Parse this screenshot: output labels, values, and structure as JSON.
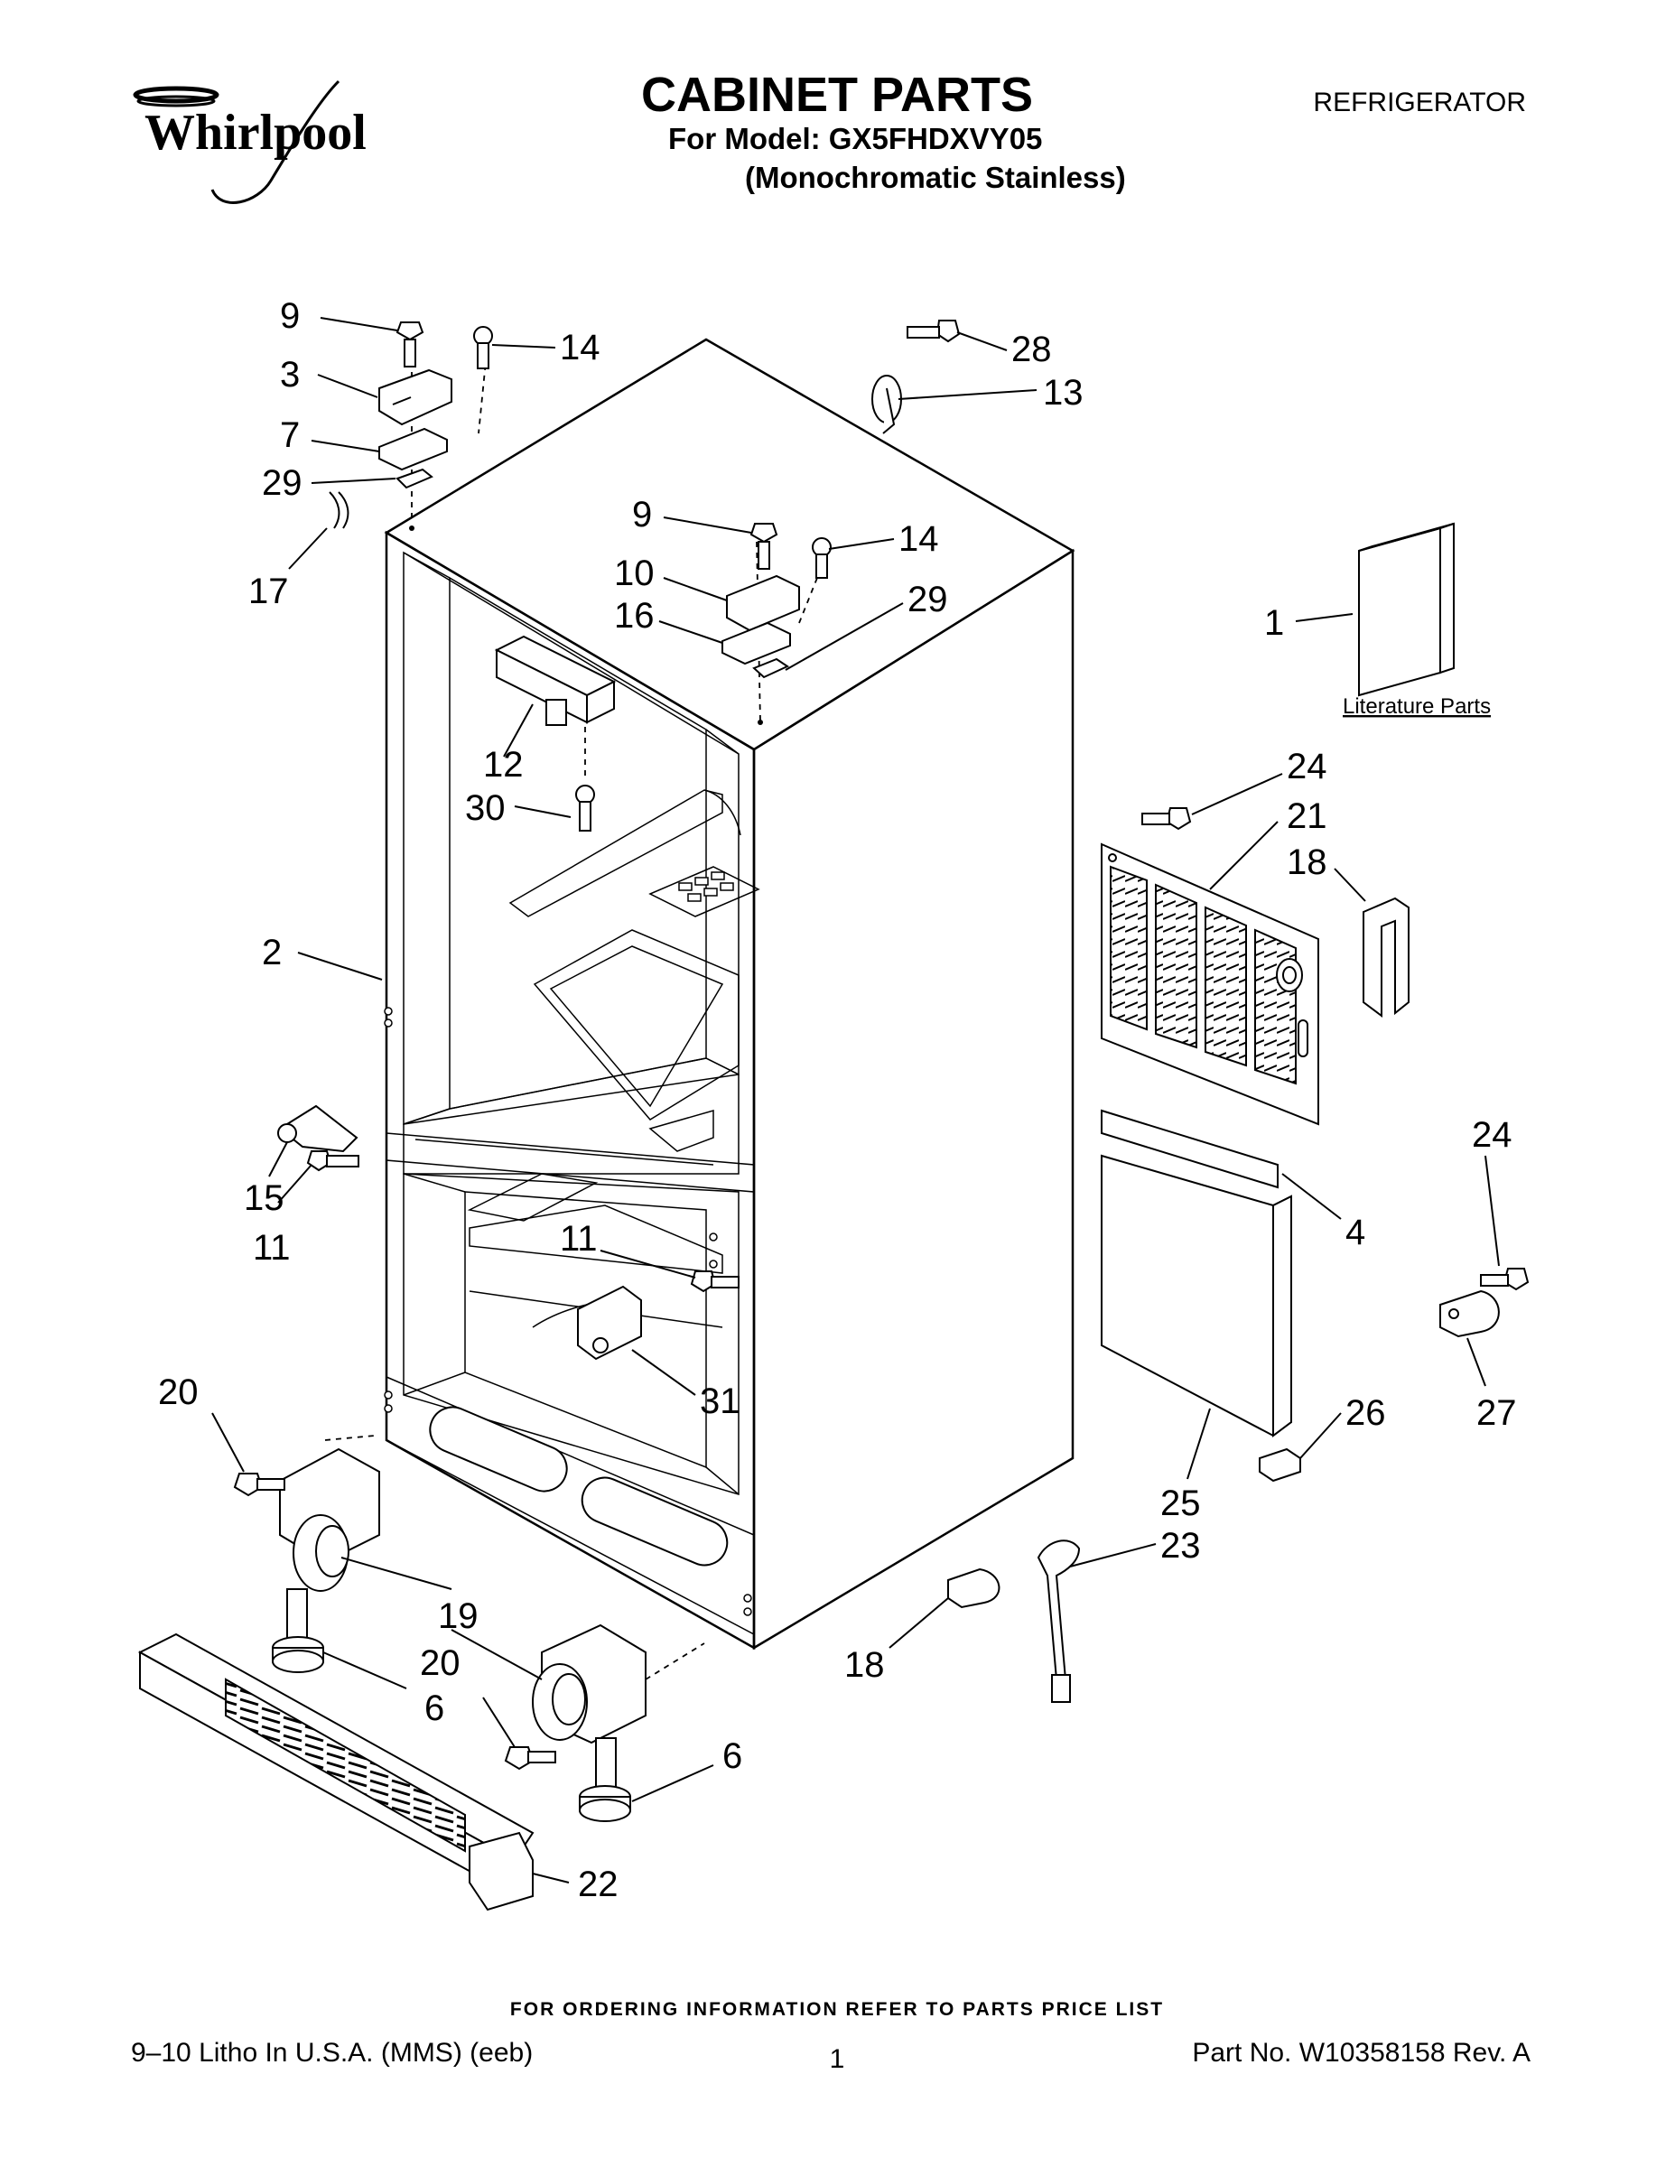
{
  "header": {
    "brand": "Whirlpool",
    "title": "CABINET PARTS",
    "model_line": "For Model: GX5FHDXVY05",
    "finish_line": "(Monochromatic Stainless)",
    "category": "REFRIGERATOR"
  },
  "literature_label": "Literature Parts",
  "callouts": [
    {
      "id": "c9a",
      "label": "9"
    },
    {
      "id": "c14a",
      "label": "14"
    },
    {
      "id": "c3",
      "label": "3"
    },
    {
      "id": "c7",
      "label": "7"
    },
    {
      "id": "c29a",
      "label": "29"
    },
    {
      "id": "c17",
      "label": "17"
    },
    {
      "id": "c28",
      "label": "28"
    },
    {
      "id": "c13",
      "label": "13"
    },
    {
      "id": "c9b",
      "label": "9"
    },
    {
      "id": "c14b",
      "label": "14"
    },
    {
      "id": "c10",
      "label": "10"
    },
    {
      "id": "c16",
      "label": "16"
    },
    {
      "id": "c29b",
      "label": "29"
    },
    {
      "id": "c1",
      "label": "1"
    },
    {
      "id": "c12",
      "label": "12"
    },
    {
      "id": "c30",
      "label": "30"
    },
    {
      "id": "c24a",
      "label": "24"
    },
    {
      "id": "c21",
      "label": "21"
    },
    {
      "id": "c18a",
      "label": "18"
    },
    {
      "id": "c2",
      "label": "2"
    },
    {
      "id": "c15",
      "label": "15"
    },
    {
      "id": "c11a",
      "label": "11"
    },
    {
      "id": "c24b",
      "label": "24"
    },
    {
      "id": "c4",
      "label": "4"
    },
    {
      "id": "c11b",
      "label": "11"
    },
    {
      "id": "c31",
      "label": "31"
    },
    {
      "id": "c20a",
      "label": "20"
    },
    {
      "id": "c26",
      "label": "26"
    },
    {
      "id": "c27",
      "label": "27"
    },
    {
      "id": "c25",
      "label": "25"
    },
    {
      "id": "c23",
      "label": "23"
    },
    {
      "id": "c19",
      "label": "19"
    },
    {
      "id": "c20b",
      "label": "20"
    },
    {
      "id": "c6a",
      "label": "6"
    },
    {
      "id": "c18b",
      "label": "18"
    },
    {
      "id": "c6b",
      "label": "6"
    },
    {
      "id": "c22",
      "label": "22"
    }
  ],
  "footer": {
    "ordering_note": "FOR ORDERING INFORMATION REFER TO PARTS PRICE LIST",
    "litho": "9–10 Litho In U.S.A. (MMS) (eeb)",
    "page_number": "1",
    "part_number": "Part No. W10358158 Rev. A"
  }
}
